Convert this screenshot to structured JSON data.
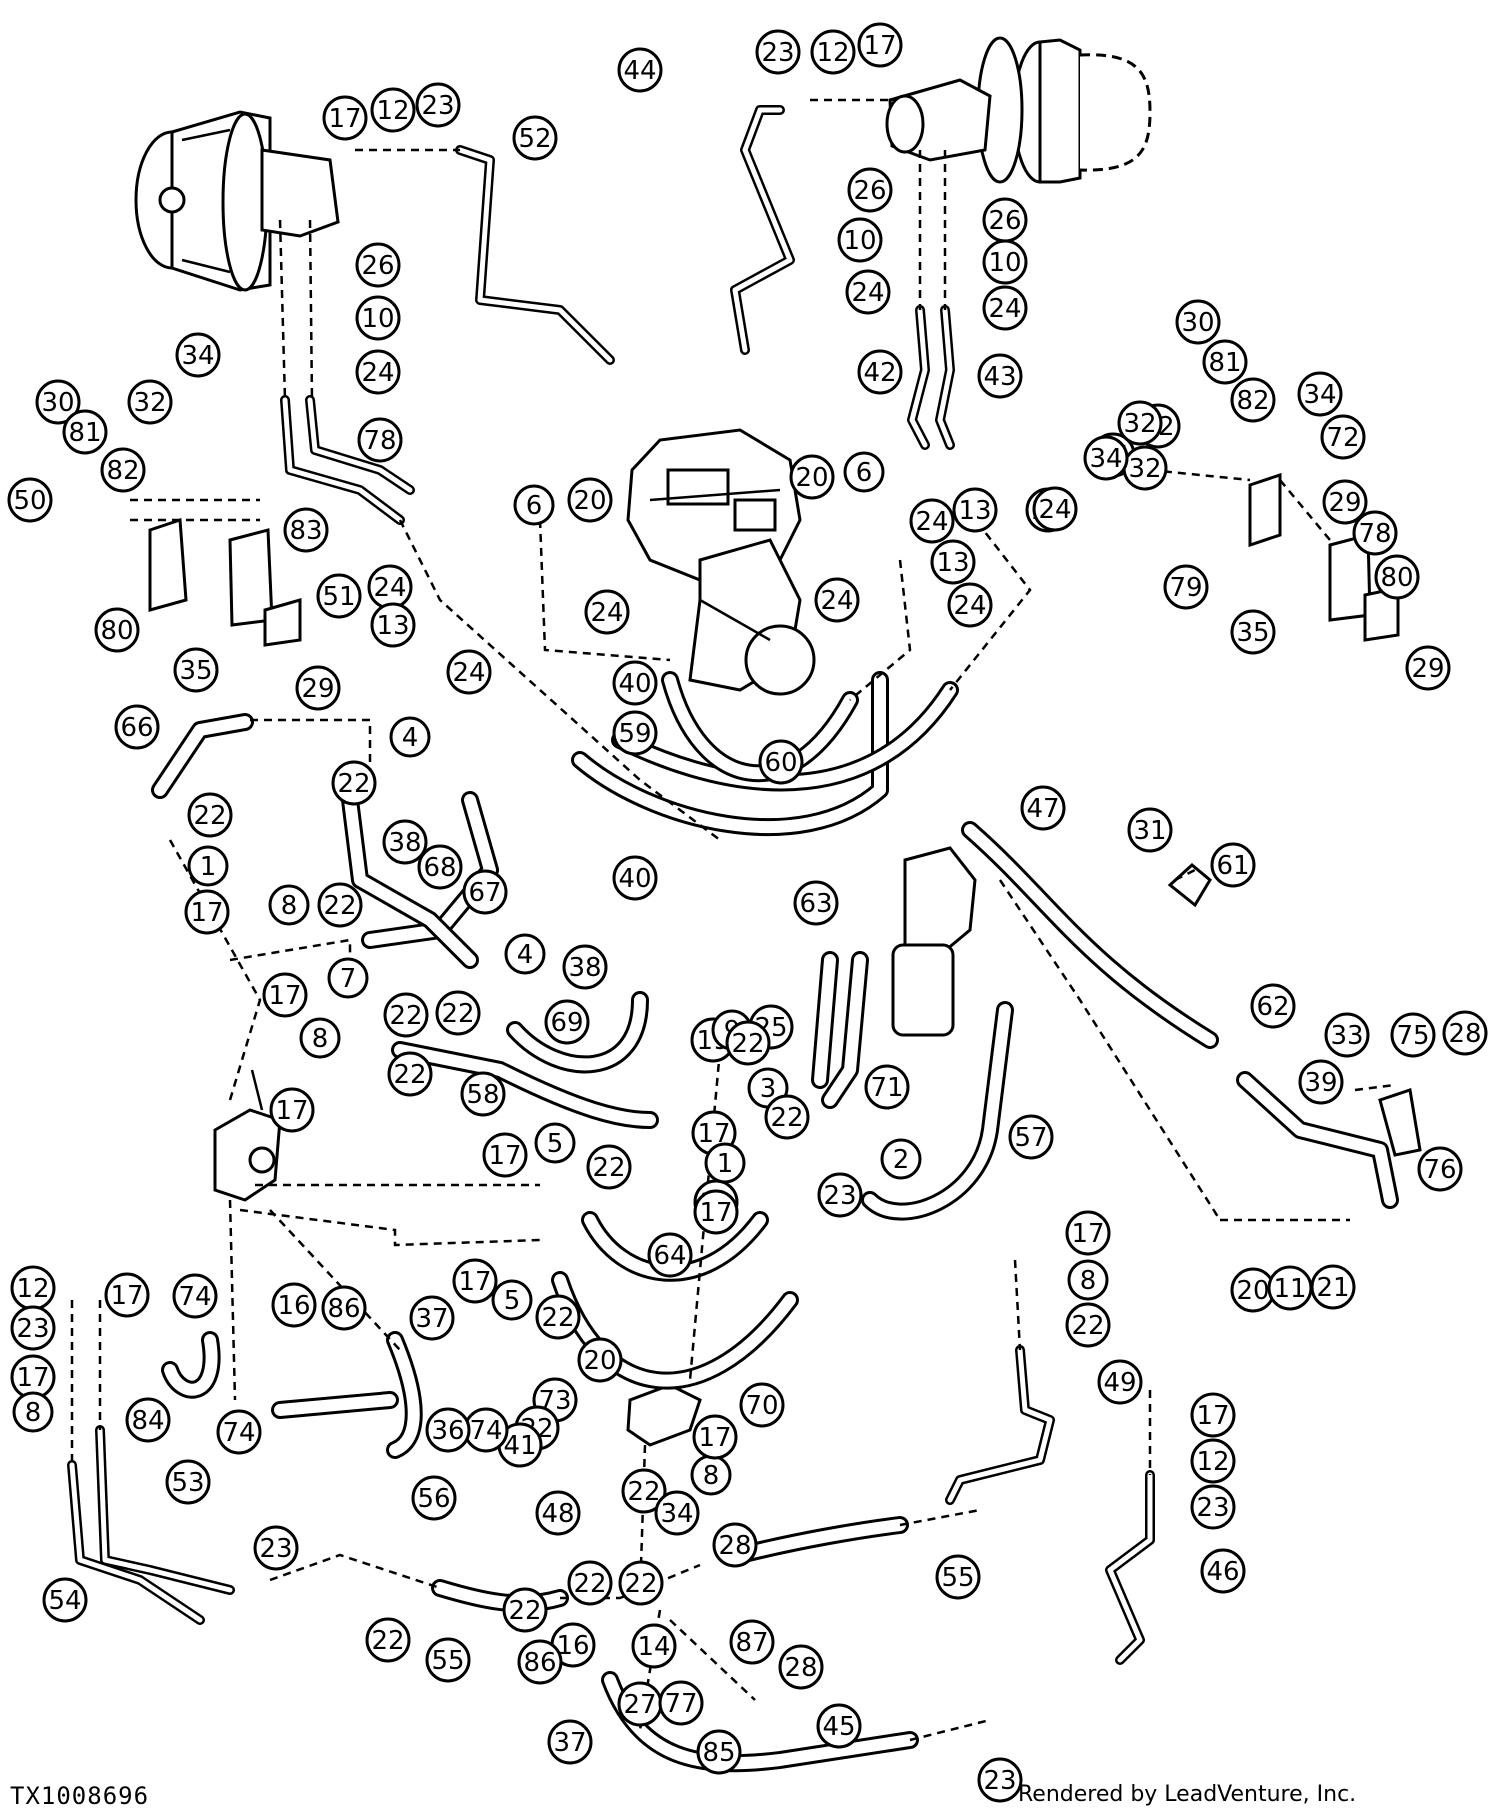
{
  "footer": {
    "figure_id": "TX1008696",
    "credit": "Rendered by LeadVenture, Inc."
  },
  "callouts": [
    {
      "label": "44"
    },
    {
      "label": "23"
    },
    {
      "label": "12"
    },
    {
      "label": "17"
    },
    {
      "label": "17"
    },
    {
      "label": "12"
    },
    {
      "label": "23"
    },
    {
      "label": "52"
    },
    {
      "label": "26"
    },
    {
      "label": "26"
    },
    {
      "label": "10"
    },
    {
      "label": "10"
    },
    {
      "label": "24"
    },
    {
      "label": "24"
    },
    {
      "label": "26"
    },
    {
      "label": "10"
    },
    {
      "label": "24"
    },
    {
      "label": "42"
    },
    {
      "label": "43"
    },
    {
      "label": "30"
    },
    {
      "label": "81"
    },
    {
      "label": "82"
    },
    {
      "label": "34"
    },
    {
      "label": "72"
    },
    {
      "label": "34"
    },
    {
      "label": "72"
    },
    {
      "label": "32"
    },
    {
      "label": "30"
    },
    {
      "label": "81"
    },
    {
      "label": "32"
    },
    {
      "label": "82"
    },
    {
      "label": "34"
    },
    {
      "label": "50"
    },
    {
      "label": "78"
    },
    {
      "label": "83"
    },
    {
      "label": "80"
    },
    {
      "label": "51"
    },
    {
      "label": "24"
    },
    {
      "label": "13"
    },
    {
      "label": "24"
    },
    {
      "label": "29"
    },
    {
      "label": "35"
    },
    {
      "label": "6"
    },
    {
      "label": "20"
    },
    {
      "label": "20"
    },
    {
      "label": "6"
    },
    {
      "label": "24"
    },
    {
      "label": "13"
    },
    {
      "label": "24"
    },
    {
      "label": "24"
    },
    {
      "label": "13"
    },
    {
      "label": "24"
    },
    {
      "label": "24"
    },
    {
      "label": "24"
    },
    {
      "label": "34"
    },
    {
      "label": "32"
    },
    {
      "label": "29"
    },
    {
      "label": "79"
    },
    {
      "label": "78"
    },
    {
      "label": "80"
    },
    {
      "label": "35"
    },
    {
      "label": "29"
    },
    {
      "label": "40"
    },
    {
      "label": "59"
    },
    {
      "label": "60"
    },
    {
      "label": "40"
    },
    {
      "label": "66"
    },
    {
      "label": "4"
    },
    {
      "label": "22"
    },
    {
      "label": "22"
    },
    {
      "label": "1"
    },
    {
      "label": "17"
    },
    {
      "label": "38"
    },
    {
      "label": "68"
    },
    {
      "label": "67"
    },
    {
      "label": "47"
    },
    {
      "label": "31"
    },
    {
      "label": "61"
    },
    {
      "label": "8"
    },
    {
      "label": "22"
    },
    {
      "label": "17"
    },
    {
      "label": "7"
    },
    {
      "label": "4"
    },
    {
      "label": "38"
    },
    {
      "label": "22"
    },
    {
      "label": "22"
    },
    {
      "label": "69"
    },
    {
      "label": "19"
    },
    {
      "label": "9"
    },
    {
      "label": "25"
    },
    {
      "label": "63"
    },
    {
      "label": "62"
    },
    {
      "label": "8"
    },
    {
      "label": "22"
    },
    {
      "label": "17"
    },
    {
      "label": "58"
    },
    {
      "label": "22"
    },
    {
      "label": "3"
    },
    {
      "label": "71"
    },
    {
      "label": "17"
    },
    {
      "label": "22"
    },
    {
      "label": "2"
    },
    {
      "label": "19"
    },
    {
      "label": "57"
    },
    {
      "label": "33"
    },
    {
      "label": "75"
    },
    {
      "label": "28"
    },
    {
      "label": "39"
    },
    {
      "label": "76"
    },
    {
      "label": "17"
    },
    {
      "label": "5"
    },
    {
      "label": "22"
    },
    {
      "label": "1"
    },
    {
      "label": "17"
    },
    {
      "label": "23"
    },
    {
      "label": "64"
    },
    {
      "label": "17"
    },
    {
      "label": "5"
    },
    {
      "label": "22"
    },
    {
      "label": "20"
    },
    {
      "label": "11"
    },
    {
      "label": "21"
    },
    {
      "label": "17"
    },
    {
      "label": "8"
    },
    {
      "label": "22"
    },
    {
      "label": "12"
    },
    {
      "label": "17"
    },
    {
      "label": "74"
    },
    {
      "label": "23"
    },
    {
      "label": "16"
    },
    {
      "label": "86"
    },
    {
      "label": "37"
    },
    {
      "label": "17"
    },
    {
      "label": "8"
    },
    {
      "label": "84"
    },
    {
      "label": "20"
    },
    {
      "label": "73"
    },
    {
      "label": "70"
    },
    {
      "label": "49"
    },
    {
      "label": "22"
    },
    {
      "label": "74"
    },
    {
      "label": "41"
    },
    {
      "label": "74"
    },
    {
      "label": "36"
    },
    {
      "label": "56"
    },
    {
      "label": "53"
    },
    {
      "label": "8"
    },
    {
      "label": "17"
    },
    {
      "label": "17"
    },
    {
      "label": "12"
    },
    {
      "label": "23"
    },
    {
      "label": "22"
    },
    {
      "label": "48"
    },
    {
      "label": "34"
    },
    {
      "label": "28"
    },
    {
      "label": "23"
    },
    {
      "label": "54"
    },
    {
      "label": "22"
    },
    {
      "label": "22"
    },
    {
      "label": "55"
    },
    {
      "label": "22"
    },
    {
      "label": "46"
    },
    {
      "label": "87"
    },
    {
      "label": "22"
    },
    {
      "label": "55"
    },
    {
      "label": "14"
    },
    {
      "label": "16"
    },
    {
      "label": "86"
    },
    {
      "label": "27"
    },
    {
      "label": "77"
    },
    {
      "label": "28"
    },
    {
      "label": "45"
    },
    {
      "label": "37"
    },
    {
      "label": "85"
    },
    {
      "label": "23"
    }
  ]
}
